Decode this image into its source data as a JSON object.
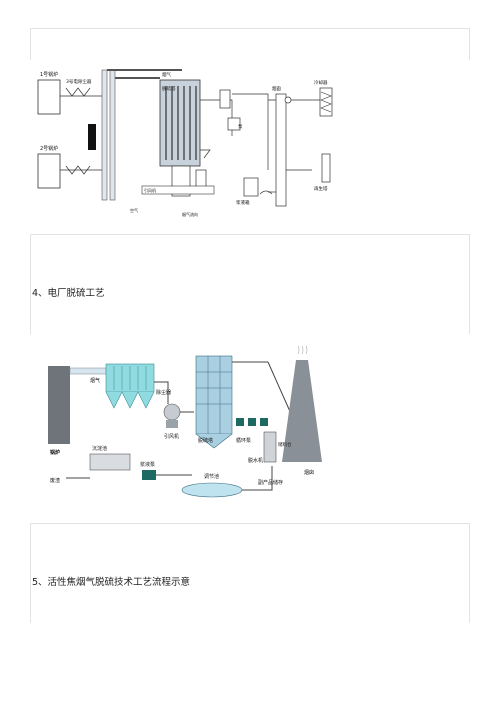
{
  "sections": {
    "section4": {
      "caption": "4、电厂脱硫工艺"
    },
    "section5": {
      "caption": "5、活性焦烟气脱硫技术工艺流程示意"
    }
  },
  "figure1": {
    "labels": {
      "boiler1": "1号锅炉",
      "boiler2": "2号锅炉",
      "esp": "3号电除尘器",
      "absorber": "脱硫塔",
      "flue": "烟气",
      "fan": "引风机",
      "air_in": "空气",
      "flow_dir": "烟气流向",
      "chimney": "烟囱",
      "pump": "泵",
      "tank": "浆液箱",
      "cooler": "冷却器",
      "regen": "再生塔"
    }
  },
  "figure2": {
    "labels": {
      "boiler": "锅炉",
      "flue_gas": "烟气",
      "dust_collector": "除尘器",
      "fan": "引风机",
      "absorber": "脱硫塔",
      "circulation_pump": "循环泵",
      "chimney": "烟囱",
      "bin": "储料仓",
      "pump2": "浆液泵",
      "settling": "沉淀池",
      "pool": "调节池",
      "wastewater": "废渣",
      "byproduct": "副产品储存",
      "dewater": "脱水机"
    }
  }
}
